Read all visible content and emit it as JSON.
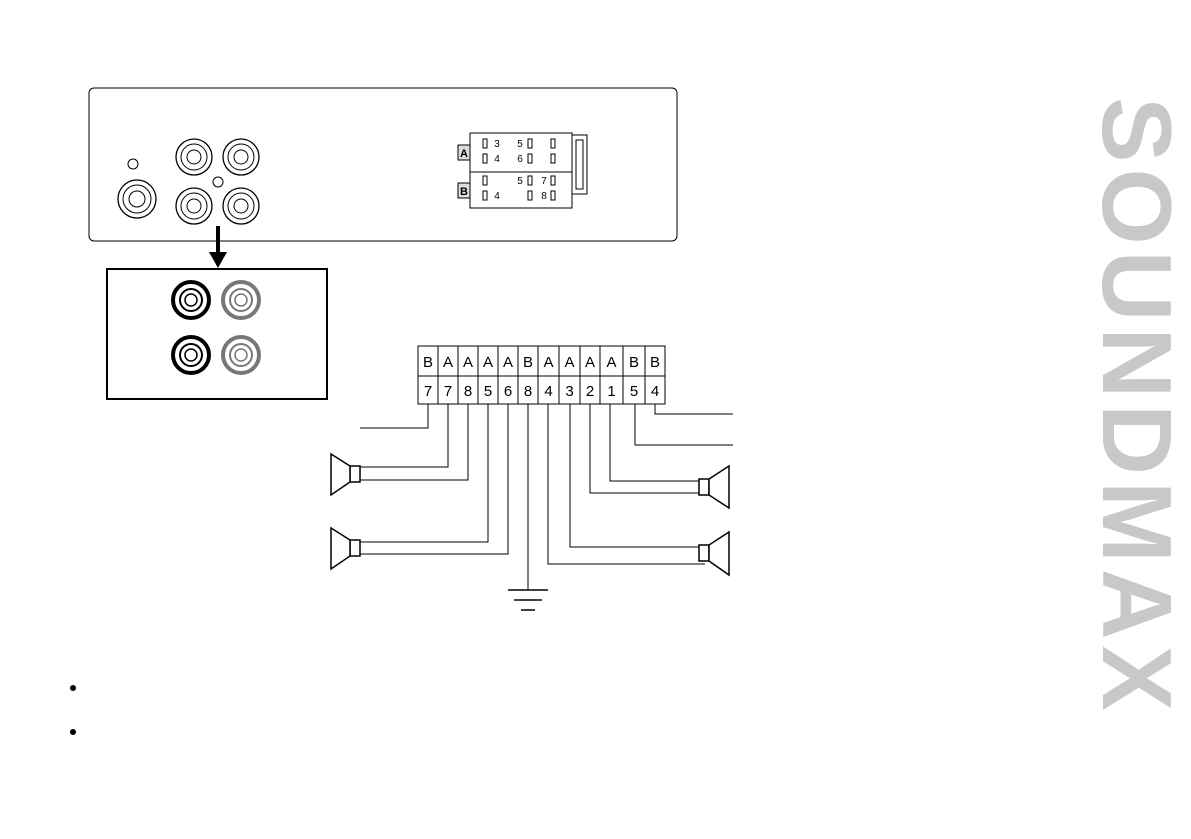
{
  "connector": {
    "label_a": "A",
    "label_b": "B",
    "row_a_top": [
      "3",
      "5"
    ],
    "row_a_bottom": [
      "4",
      "6"
    ],
    "row_b_top": [
      "5",
      "7"
    ],
    "row_b_bottom": [
      "4",
      "8"
    ]
  },
  "terminals": [
    {
      "block": "B",
      "pin": "7"
    },
    {
      "block": "A",
      "pin": "7"
    },
    {
      "block": "A",
      "pin": "8"
    },
    {
      "block": "A",
      "pin": "5"
    },
    {
      "block": "A",
      "pin": "6"
    },
    {
      "block": "B",
      "pin": "8"
    },
    {
      "block": "A",
      "pin": "4"
    },
    {
      "block": "A",
      "pin": "3"
    },
    {
      "block": "A",
      "pin": "2"
    },
    {
      "block": "A",
      "pin": "1"
    },
    {
      "block": "B",
      "pin": "5"
    },
    {
      "block": "B",
      "pin": "4"
    }
  ],
  "brand": "SOUNDMAX",
  "bullets": [
    "",
    ""
  ]
}
